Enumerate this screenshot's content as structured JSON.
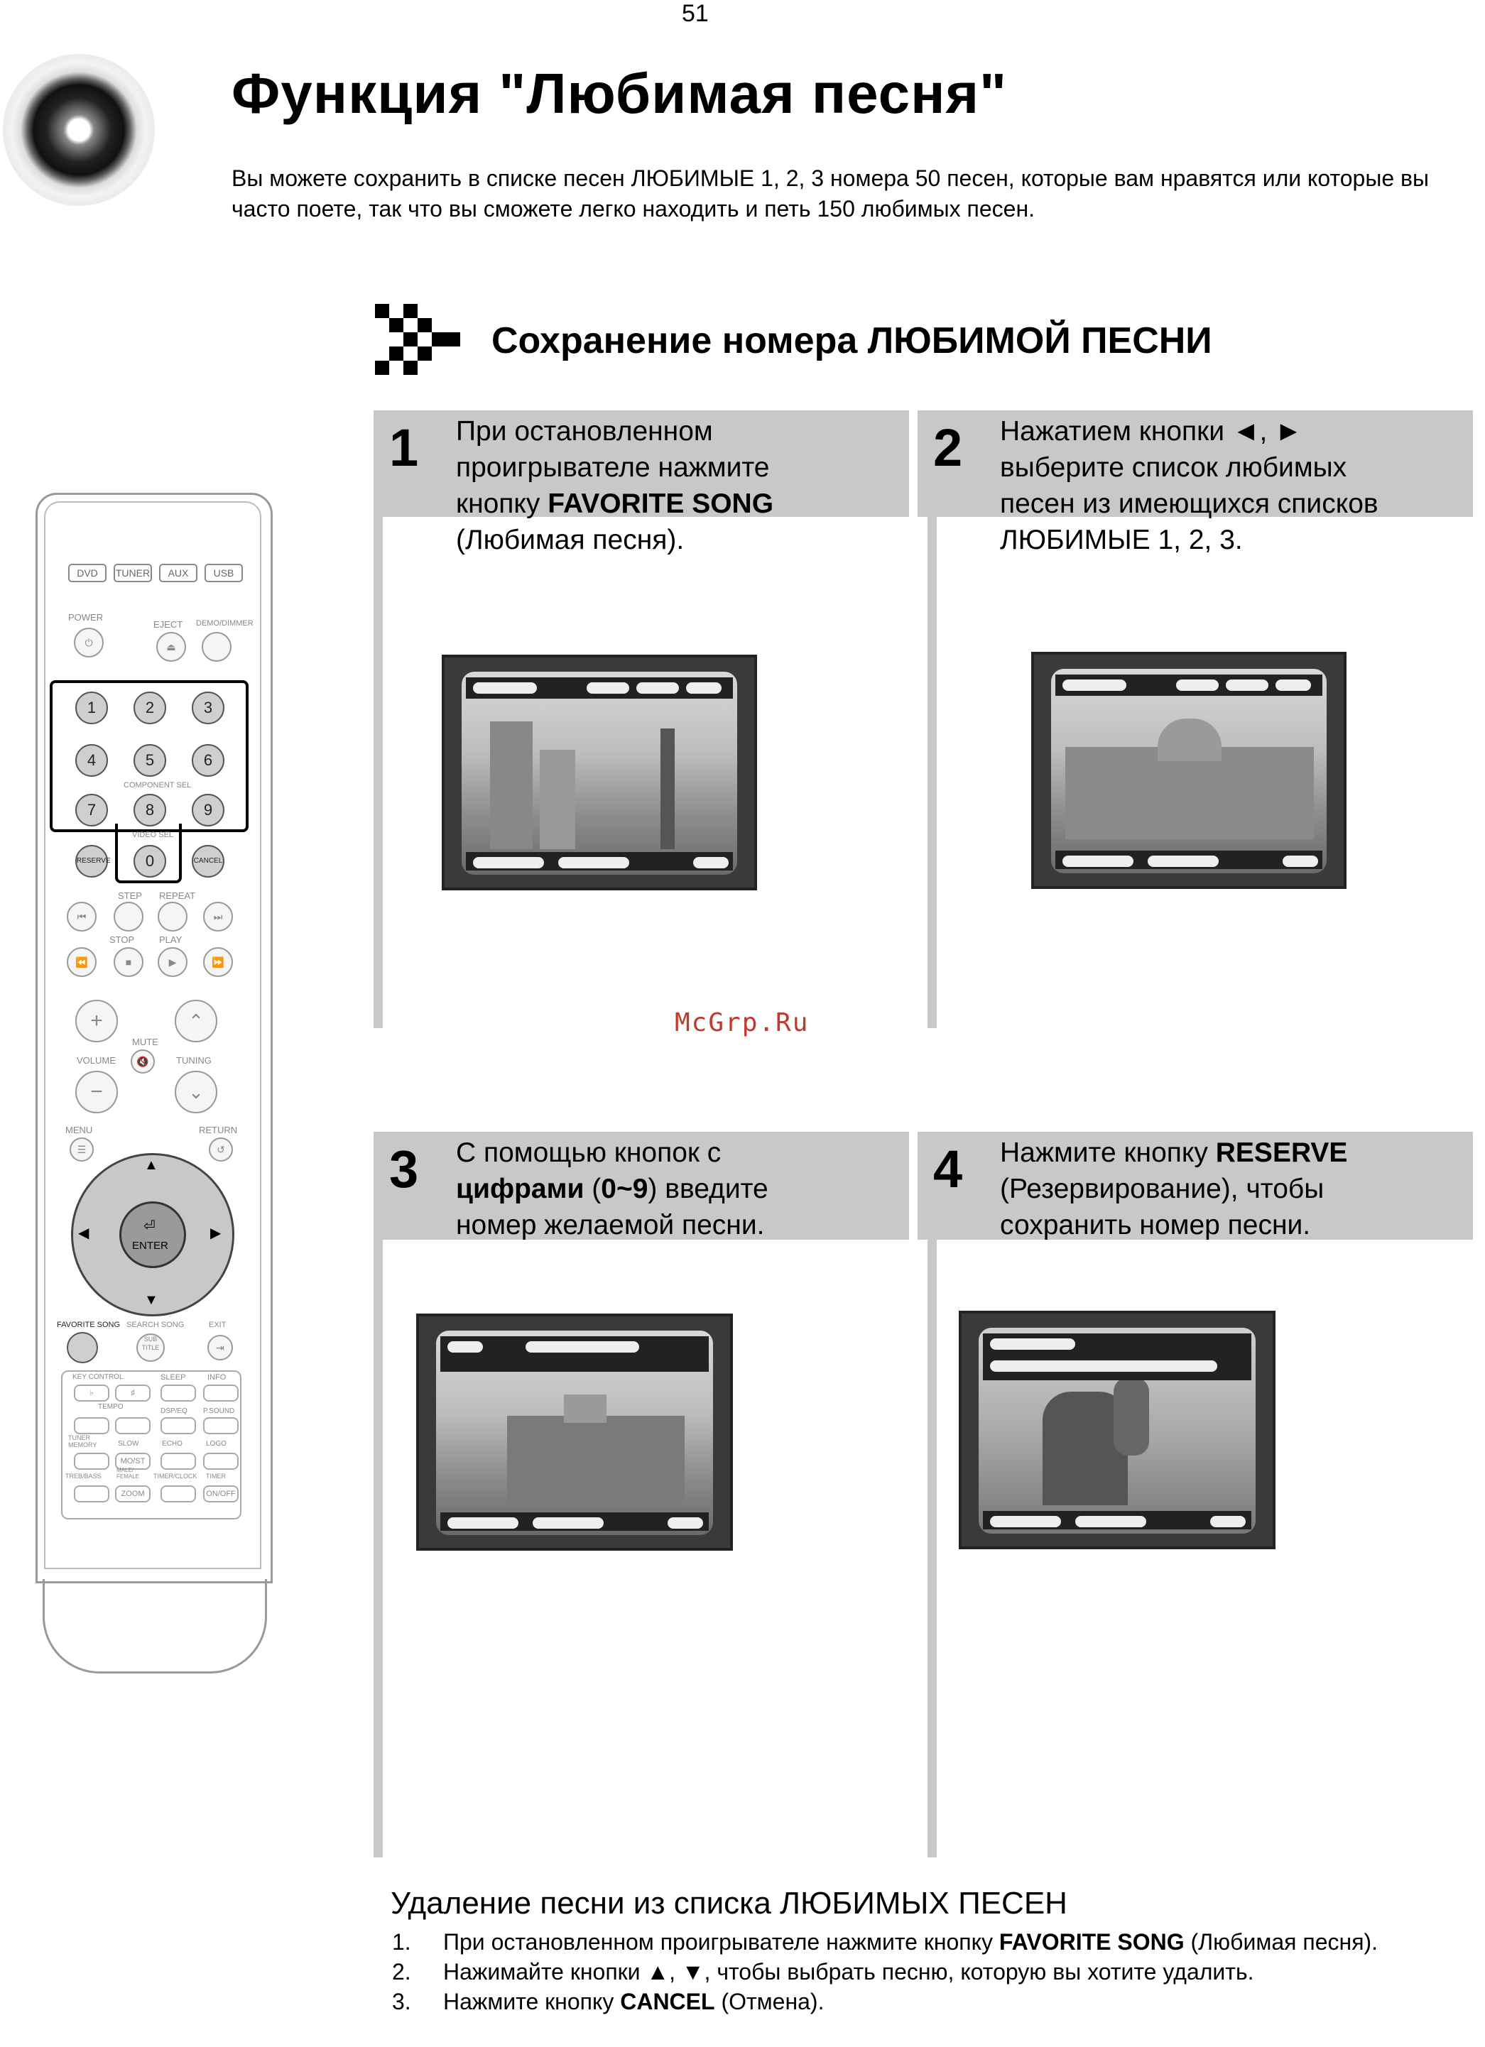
{
  "page_number": "51",
  "title": "Функция \"Любимая песня\"",
  "intro": "Вы можете сохранить в списке песен ЛЮБИМЫЕ 1, 2, 3 номера 50 песен, которые вам нравятся или которые вы часто поете, так что вы сможете легко находить и петь 150 любимых песен.",
  "section_title": "Сохранение номера ЛЮБИМОЙ ПЕСНИ",
  "steps": [
    {
      "num": "1",
      "l1": "При остановленном",
      "l2": "проигрывателе нажмите",
      "l3a": "кнопку ",
      "l3b": "FAVORITE SONG",
      "l4": "(Любимая песня)."
    },
    {
      "num": "2",
      "l1": "Нажатием кнопки ◄, ►",
      "l2": "выберите список любимых",
      "l3": "песен из имеющихся списков",
      "l4": "ЛЮБИМЫЕ 1, 2, 3."
    },
    {
      "num": "3",
      "l1": "С помощью кнопок с",
      "l2a": "цифрами",
      "l2b": " (",
      "l2c": "0~9",
      "l2d": ") введите",
      "l3": "номер желаемой песни."
    },
    {
      "num": "4",
      "l1a": "Нажмите кнопку ",
      "l1b": "RESERVE",
      "l2": "(Резервирование), чтобы",
      "l3": "сохранить номер песни."
    }
  ],
  "watermark": "McGrp.Ru",
  "delete_section": {
    "title": "Удаление песни из списка ЛЮБИМЫХ ПЕСЕН",
    "items": [
      {
        "n": "1.",
        "a": "При остановленном проигрывателе нажмите кнопку ",
        "b": "FAVORITE SONG",
        "c": " (Любимая песня)."
      },
      {
        "n": "2.",
        "a": "Нажимайте кнопки ▲, ▼, чтобы выбрать песню, которую вы хотите удалить."
      },
      {
        "n": "3.",
        "a": "Нажмите кнопку ",
        "b": "CANCEL",
        "c": " (Отмена)."
      }
    ]
  },
  "remote": {
    "sources": [
      "DVD",
      "TUNER",
      "AUX",
      "USB"
    ],
    "power": "POWER",
    "eject": "EJECT",
    "demo": "DEMO/DIMMER",
    "digits": [
      "1",
      "2",
      "3",
      "4",
      "5",
      "6",
      "7",
      "8",
      "9",
      "0"
    ],
    "component_sel": "COMPONENT SEL",
    "video_sel": "VIDEO SEL",
    "reserve": "RESERVE",
    "cancel": "CANCEL",
    "step": "STEP",
    "repeat": "REPEAT",
    "stop": "STOP",
    "play": "PLAY",
    "volume": "VOLUME",
    "mute": "MUTE",
    "tuning": "TUNING",
    "menu": "MENU",
    "return": "RETURN",
    "enter": "ENTER",
    "favorite_song": "FAVORITE SONG",
    "search_song": "SEARCH SONG",
    "exit": "EXIT",
    "sub_title": "SUB TITLE",
    "bottom_labels": [
      "KEY CONTROL",
      "SLEEP",
      "INFO",
      "TEMPO",
      "DSP/EQ",
      "P.SOUND",
      "TUNER MEMORY",
      "SLOW",
      "ECHO",
      "LOGO",
      "MO/ST",
      "TREB/BASS",
      "MALE/ FEMALE",
      "TIMER/CLOCK",
      "TIMER",
      "ZOOM",
      "ON/OFF"
    ]
  },
  "colors": {
    "step_band": "#c8c8c8",
    "watermark": "#c0392b"
  }
}
